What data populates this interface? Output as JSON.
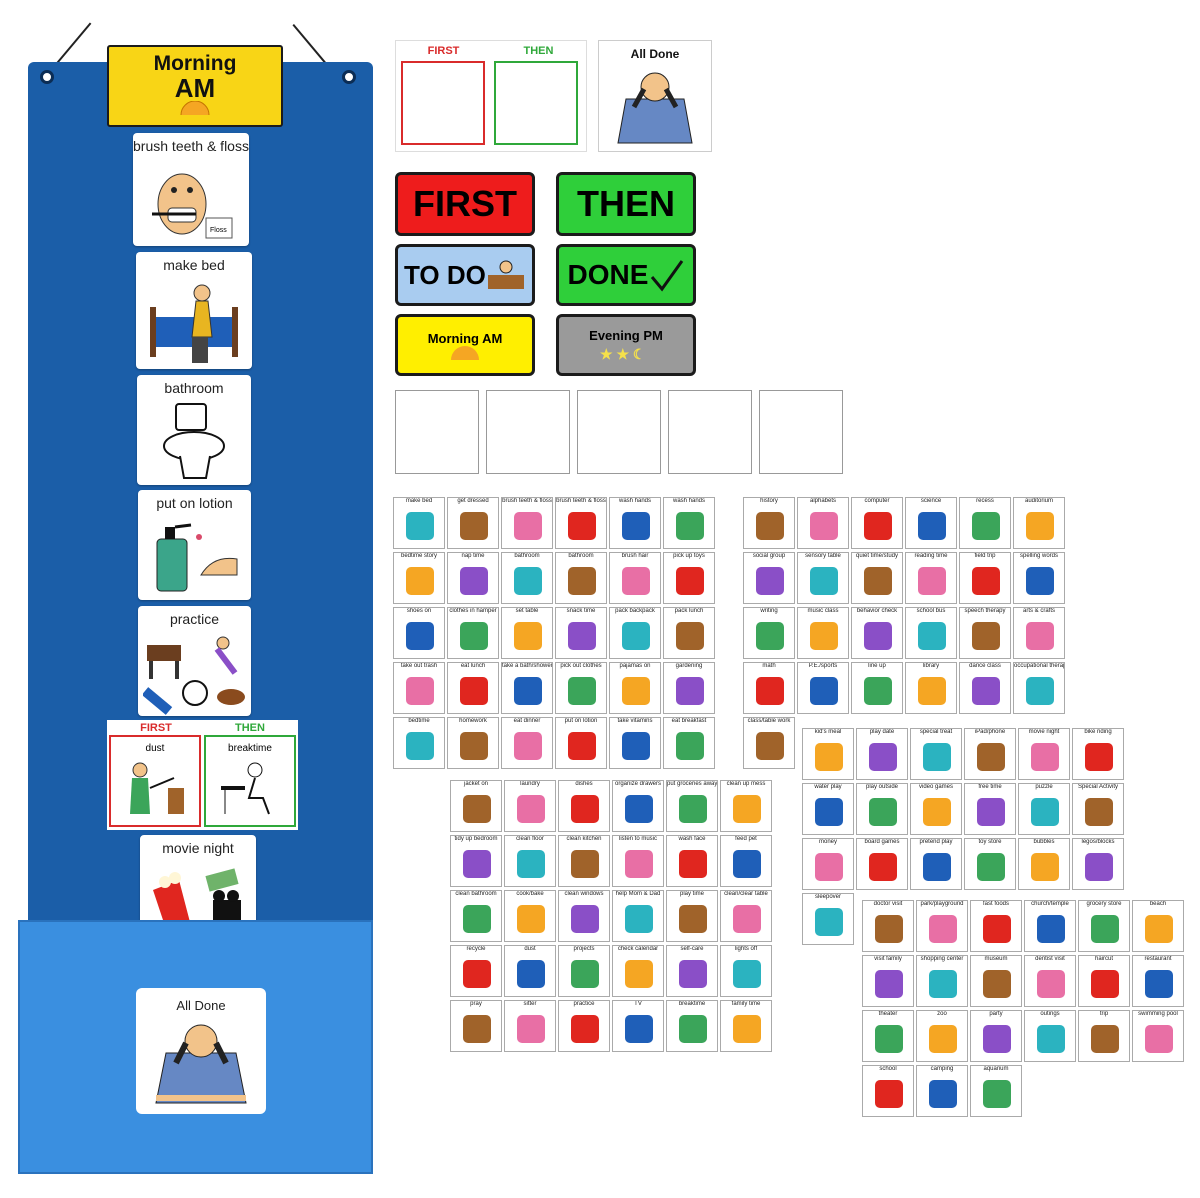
{
  "chart": {
    "header_line1": "Morning",
    "header_line2": "AM",
    "cards": [
      {
        "label": "brush teeth & floss",
        "icon": "brush-teeth-icon"
      },
      {
        "label": "make bed",
        "icon": "make-bed-icon"
      },
      {
        "label": "bathroom",
        "icon": "toilet-icon"
      },
      {
        "label": "put on lotion",
        "icon": "lotion-icon"
      },
      {
        "label": "practice",
        "icon": "practice-icon"
      }
    ],
    "first_then": {
      "first": "FIRST",
      "then": "THEN",
      "left": "dust",
      "right": "breaktime"
    },
    "movie_card": "movie night",
    "pocket_card": "All Done",
    "floss_label": "Floss"
  },
  "top": {
    "first_label": "FIRST",
    "then_label": "THEN",
    "all_done": "All Done",
    "buttons": [
      {
        "label": "FIRST",
        "bg": "#ee1c1c",
        "color": "#111"
      },
      {
        "label": "THEN",
        "bg": "#2fcf3a",
        "color": "#111"
      },
      {
        "label": "TO DO",
        "bg": "#a9ccf0",
        "color": "#111"
      },
      {
        "label": "DONE",
        "bg": "#2fcf3a",
        "color": "#111"
      },
      {
        "label": "Morning AM",
        "bg": "#ffef00",
        "color": "#111"
      },
      {
        "label": "Evening PM",
        "bg": "#9a9a9a",
        "color": "#111"
      }
    ]
  },
  "grids": {
    "daily": [
      "make bed",
      "get dressed",
      "brush teeth & floss",
      "brush teeth & floss",
      "wash hands",
      "wash hands",
      "bedtime story",
      "nap time",
      "bathroom",
      "bathroom",
      "brush hair",
      "pick up toys",
      "shoes on",
      "clothes in hamper",
      "set table",
      "snack time",
      "pack backpack",
      "pack lunch",
      "take out trash",
      "eat lunch",
      "take a bath/shower",
      "pick out clothes",
      "pajamas on",
      "gardening",
      "bedtime",
      "homework",
      "eat dinner",
      "put on lotion",
      "take vitamins",
      "eat breakfast"
    ],
    "school": [
      "history",
      "alphabets",
      "computer",
      "science",
      "recess",
      "auditorium",
      "social group",
      "sensory table",
      "quiet time/study",
      "reading time",
      "field trip",
      "spelling words",
      "writing",
      "music class",
      "behavior check",
      "school bus",
      "speech therapy",
      "arts & crafts",
      "math",
      "P.E./sports",
      "line up",
      "library",
      "dance class",
      "occupational therapy",
      "class/table work"
    ],
    "chores": [
      "jacket on",
      "laundry",
      "dishes",
      "organize drawers",
      "put groceries away",
      "clean up mess",
      "tidy up bedroom",
      "clean floor",
      "clean kitchen",
      "listen to music",
      "wash face",
      "feed pet",
      "clean bathroom",
      "cook/bake",
      "clean windows",
      "help Mom & Dad",
      "play time",
      "clean/clear table",
      "recycle",
      "dust",
      "projects",
      "check calendar",
      "self-care",
      "lights off",
      "pray",
      "sitter",
      "practice",
      "TV",
      "breaktime",
      "family time"
    ],
    "fun": [
      "kid's meal",
      "play date",
      "special treat",
      "iPad/phone",
      "movie night",
      "bike riding",
      "water play",
      "play outside",
      "video games",
      "free time",
      "puzzle",
      "Special Activity",
      "money",
      "board games",
      "pretend play",
      "toy store",
      "bubbles",
      "legos/blocks",
      "sleepover"
    ],
    "places": [
      "doctor visit",
      "park/playground",
      "fast foods",
      "church/temple",
      "grocery store",
      "beach",
      "visit family",
      "shopping center",
      "museum",
      "dentist visit",
      "haircut",
      "restaurant",
      "theater",
      "zoo",
      "party",
      "outings",
      "trip",
      "swimming pool",
      "school",
      "camping",
      "aquarium"
    ]
  },
  "colors": {
    "chart_blue": "#1b5ea8",
    "pocket_blue": "#3a8fe0",
    "header_yellow": "#f8d516",
    "first_red": "#d92b2b",
    "then_green": "#2fa83a"
  }
}
